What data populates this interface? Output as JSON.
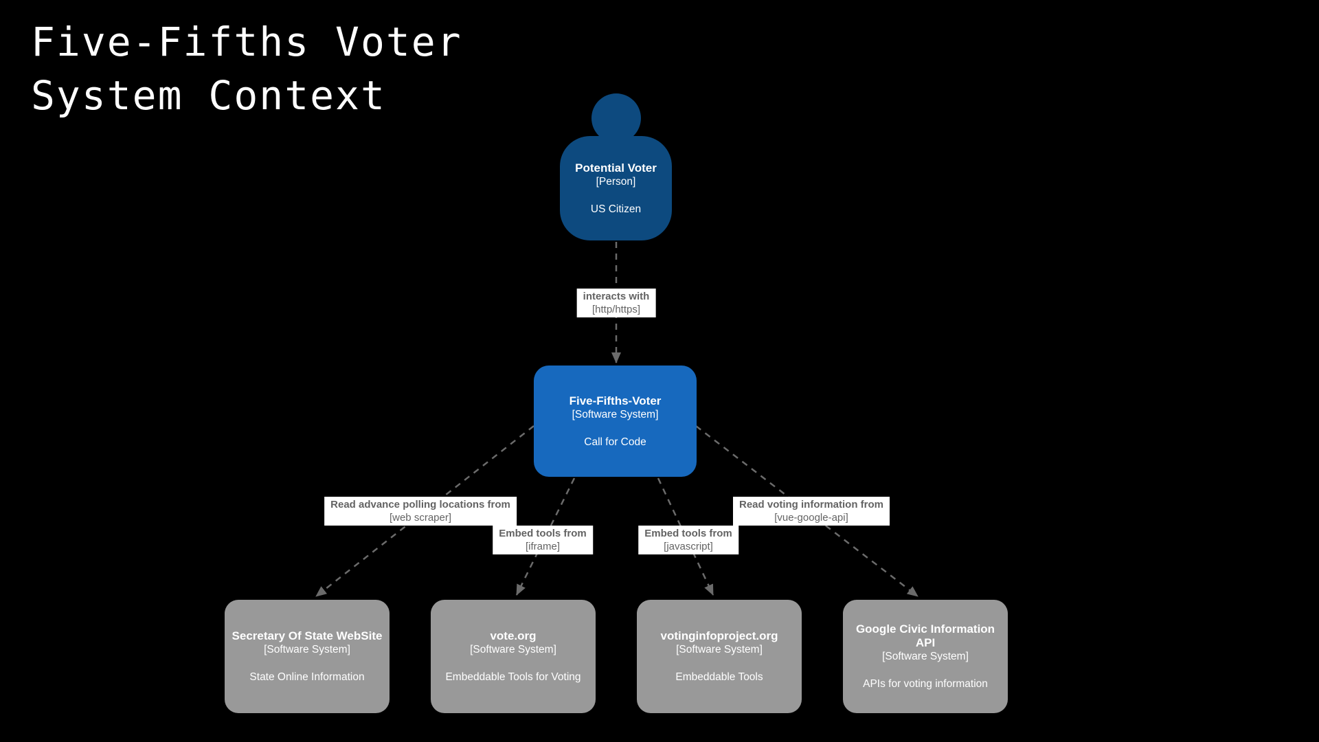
{
  "title": {
    "line1": "Five-Fifths Voter",
    "line2": "System Context"
  },
  "colors": {
    "background": "#000000",
    "person_fill": "#0D4A7F",
    "system_fill": "#1769BE",
    "external_fill": "#999999",
    "node_text": "#FFFFFF",
    "edge_stroke": "#6B6B6B",
    "edge_label_bg": "#FFFFFF",
    "edge_label_text": "#636363",
    "title_text": "#FFFFFF"
  },
  "nodes": {
    "person": {
      "name": "Potential Voter",
      "meta": "[Person]",
      "description": "US Citizen"
    },
    "main_system": {
      "name": "Five-Fifths-Voter",
      "meta": "[Software System]",
      "description": "Call for Code"
    },
    "secretary_of_state": {
      "name": "Secretary Of State WebSite",
      "meta": "[Software System]",
      "description": "State Online Information"
    },
    "vote_org": {
      "name": "vote.org",
      "meta": "[Software System]",
      "description": "Embeddable Tools for Voting"
    },
    "votinginfoproject": {
      "name": "votinginfoproject.org",
      "meta": "[Software System]",
      "description": "Embeddable Tools"
    },
    "google_civic": {
      "name": "Google Civic Information API",
      "meta": "[Software System]",
      "description": "APIs for voting information"
    }
  },
  "edges": {
    "interacts": {
      "label": "interacts with",
      "tech": "[http/https]"
    },
    "polling": {
      "label": "Read advance polling locations from",
      "tech": "[web scraper]"
    },
    "iframe": {
      "label": "Embed tools from",
      "tech": "[iframe]"
    },
    "javascript": {
      "label": "Embed tools from",
      "tech": "[javascript]"
    },
    "voting_info": {
      "label": "Read voting information from",
      "tech": "[vue-google-api]"
    }
  }
}
